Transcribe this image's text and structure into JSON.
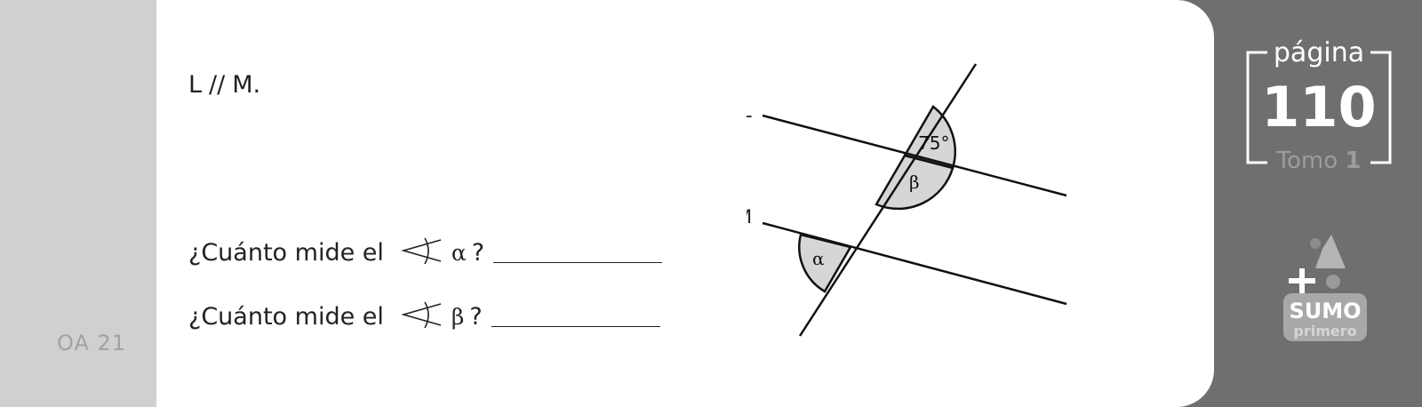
{
  "sidebar": {
    "code": "OA 21"
  },
  "statement": {
    "left": "L",
    "symbol": "//",
    "right": "M."
  },
  "questions": [
    {
      "text": "¿Cuánto mide el",
      "angle_symbol": "angle-icon",
      "variable": "α",
      "mark": "?"
    },
    {
      "text": "¿Cuánto mide el",
      "angle_symbol": "angle-icon",
      "variable": "β",
      "mark": "?"
    }
  ],
  "diagram": {
    "line_labels": {
      "top": "L",
      "bottom": "M"
    },
    "angle_given": "75°",
    "angle_beta": "β",
    "angle_alpha": "α",
    "fill_color": "#d6d6d6"
  },
  "page_box": {
    "word": "página",
    "number": "110",
    "tomo_label": "Tomo",
    "tomo_number": "1"
  },
  "logo": {
    "title": "SUMO",
    "subtitle": "primero"
  },
  "colors": {
    "panel": "#6f6f6f",
    "strip": "#d0d0d0",
    "card": "#ffffff"
  }
}
